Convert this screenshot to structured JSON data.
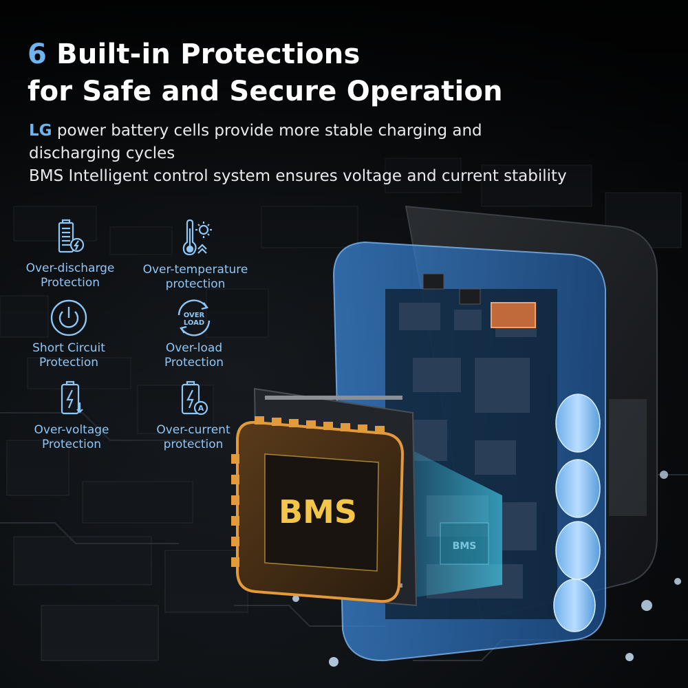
{
  "headline": {
    "number": "6",
    "line1_rest": " Built-in Protections",
    "line2": "for Safe and Secure Operation"
  },
  "subtext": {
    "brand": "LG",
    "line1_rest": " power battery cells provide more stable charging and",
    "line2": "discharging cycles",
    "line3": "BMS Intelligent control system ensures voltage and current stability"
  },
  "protections": [
    {
      "icon": "battery-discharge-icon",
      "line1": "Over-discharge",
      "line2": "Protection"
    },
    {
      "icon": "thermometer-sun-icon",
      "line1": "Over-temperature",
      "line2": "protection"
    },
    {
      "icon": "power-button-icon",
      "line1": "Short Circuit",
      "line2": "Protection"
    },
    {
      "icon": "overload-cycle-icon",
      "line1": "Over-load",
      "line2": "Protection",
      "badge_top": "OVER",
      "badge_bottom": "LOAD"
    },
    {
      "icon": "battery-voltage-icon",
      "line1": "Over-voltage",
      "line2": "Protection"
    },
    {
      "icon": "battery-current-icon",
      "line1": "Over-current",
      "line2": "protection",
      "badge": "A"
    }
  ],
  "chip": {
    "label": "BMS",
    "reflection": "BMS"
  },
  "colors": {
    "accent_blue": "#6fb4ee",
    "icon_blue": "#8ec7f5",
    "chip_orange": "#e39a3a",
    "chip_text": "#f3c64a",
    "device_blue": "#2f6fb3"
  }
}
